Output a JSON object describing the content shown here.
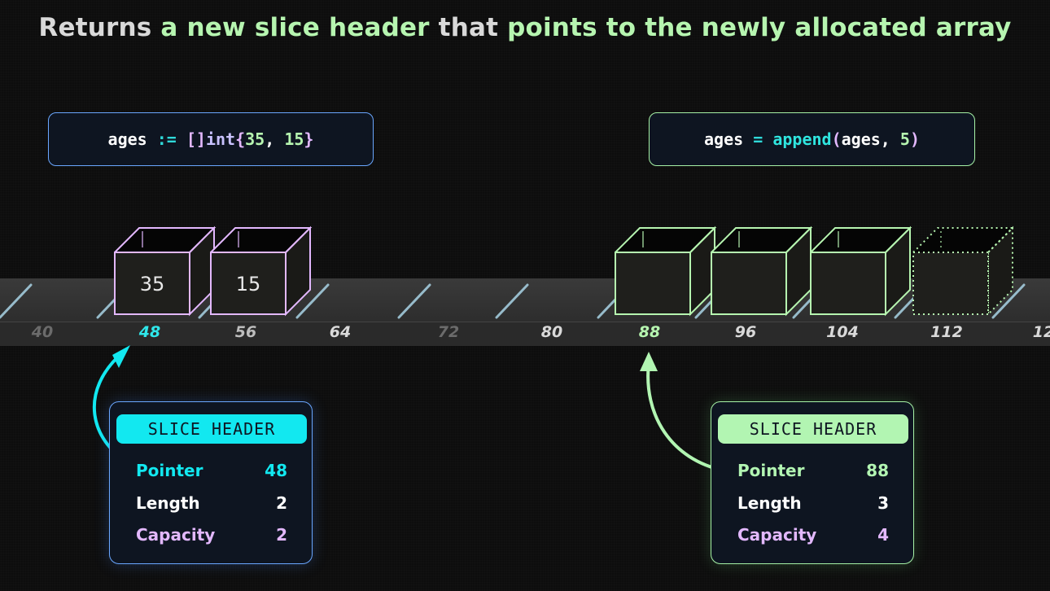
{
  "title": {
    "parts": [
      {
        "text": "Returns ",
        "tone": "w"
      },
      {
        "text": "a new slice ",
        "tone": "g"
      },
      {
        "text": "header ",
        "tone": "g"
      },
      {
        "text": "that ",
        "tone": "w"
      },
      {
        "text": "points to the ",
        "tone": "g"
      },
      {
        "text": "newly allocated array",
        "tone": "g"
      }
    ]
  },
  "code_left": {
    "tokens": [
      {
        "text": "ages ",
        "cls": "tok-id"
      },
      {
        "text": ":= ",
        "cls": "tok-op"
      },
      {
        "text": "[]",
        "cls": "tok-br"
      },
      {
        "text": "int",
        "cls": "tok-kw"
      },
      {
        "text": "{",
        "cls": "tok-br"
      },
      {
        "text": "35",
        "cls": "tok-num"
      },
      {
        "text": ", ",
        "cls": "tok-id"
      },
      {
        "text": "15",
        "cls": "tok-num"
      },
      {
        "text": "}",
        "cls": "tok-br"
      }
    ]
  },
  "code_right": {
    "tokens": [
      {
        "text": "ages ",
        "cls": "tok-id"
      },
      {
        "text": "= ",
        "cls": "tok-op"
      },
      {
        "text": "append",
        "cls": "tok-fn"
      },
      {
        "text": "(",
        "cls": "tok-pn"
      },
      {
        "text": "ages",
        "cls": "tok-id"
      },
      {
        "text": ", ",
        "cls": "tok-id"
      },
      {
        "text": "5",
        "cls": "tok-num"
      },
      {
        "text": ")",
        "cls": "tok-pn"
      }
    ]
  },
  "addresses": [
    {
      "label": "40",
      "color": "#6b6b6b"
    },
    {
      "label": "48",
      "color": "#2fe6ea"
    },
    {
      "label": "56",
      "color": "#bdbdbd"
    },
    {
      "label": "64",
      "color": "#d9d9d9"
    },
    {
      "label": "72",
      "color": "#6b6b6b"
    },
    {
      "label": "80",
      "color": "#d9d9d9"
    },
    {
      "label": "88",
      "color": "#b6f5b0"
    },
    {
      "label": "96",
      "color": "#d9d9d9"
    },
    {
      "label": "104",
      "color": "#d9d9d9"
    },
    {
      "label": "112",
      "color": "#d9d9d9"
    },
    {
      "label": "12",
      "color": "#d9d9d9"
    }
  ],
  "old_array": {
    "color": "#e3b8ff",
    "cells": [
      "35",
      "15"
    ]
  },
  "new_array": {
    "color": "#b6f5b0",
    "cells": [
      "",
      "",
      ""
    ],
    "spare_cells": 1
  },
  "header_left": {
    "tag": "SLICE HEADER",
    "accent": "#12e8f0",
    "pointer_label": "Pointer",
    "pointer_value": "48",
    "length_label": "Length",
    "length_value": "2",
    "capacity_label": "Capacity",
    "capacity_value": "2"
  },
  "header_right": {
    "tag": "SLICE HEADER",
    "accent": "#b2f5b2",
    "pointer_label": "Pointer",
    "pointer_value": "88",
    "length_label": "Length",
    "length_value": "3",
    "capacity_label": "Capacity",
    "capacity_value": "4"
  }
}
